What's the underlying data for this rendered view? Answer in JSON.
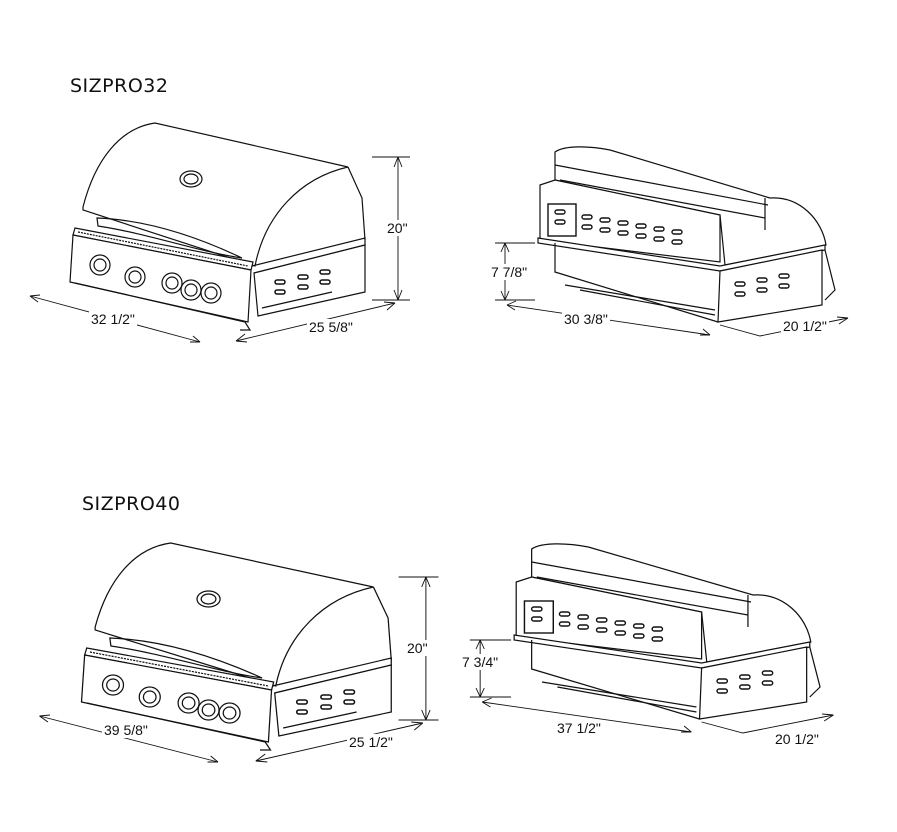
{
  "models": [
    {
      "name": "SIZPRO32",
      "front_view": {
        "width": "32 1/2\"",
        "depth": "25 5/8\"",
        "height": "20\""
      },
      "rear_view": {
        "cutout_height": "7 7/8\"",
        "width": "30 3/8\"",
        "depth": "20 1/2\""
      }
    },
    {
      "name": "SIZPRO40",
      "front_view": {
        "width": "39 5/8\"",
        "depth": "25 1/2\"",
        "height": "20\""
      },
      "rear_view": {
        "cutout_height": "7 3/4\"",
        "width": "37 1/2\"",
        "depth": "20 1/2\""
      }
    }
  ]
}
